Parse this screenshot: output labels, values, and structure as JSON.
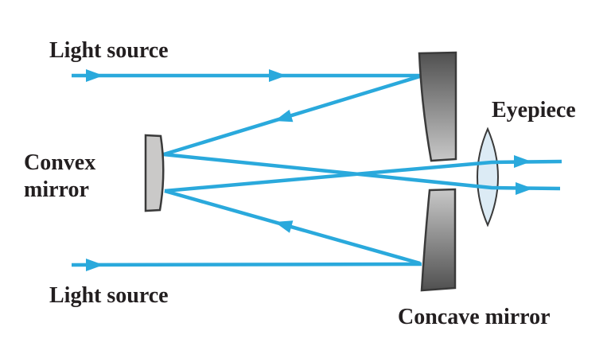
{
  "diagram_type": "reflecting-telescope-ray-diagram",
  "labels": {
    "light_source_top": "Light source",
    "light_source_bottom": "Light source",
    "convex_mirror_line1": "Convex",
    "convex_mirror_line2": "mirror",
    "eyepiece": "Eyepiece",
    "concave_mirror": "Concave mirror"
  },
  "components": [
    {
      "name": "convex-mirror",
      "shape": "small plano-convex mirror, flat left face, curved right face"
    },
    {
      "name": "concave-mirror-upper",
      "shape": "upper half of large concave mirror with central hole"
    },
    {
      "name": "concave-mirror-lower",
      "shape": "lower half of large concave mirror with central hole"
    },
    {
      "name": "eyepiece-lens",
      "shape": "biconvex lens right of the mirror hole"
    },
    {
      "name": "light-rays",
      "shape": "blue rays with arrowheads: two parallel rays enter from left, reflect off concave mirror to convex mirror, pass through hole and eyepiece, exit right"
    }
  ],
  "colors": {
    "ray": "#2aa9dc",
    "mirror_dark": "#505050",
    "mirror_light": "#c8c8c8",
    "convex_fill": "#cac9c8",
    "lens_fill": "#dcebf5",
    "outline": "#3a3a3a",
    "text": "#231f20",
    "background": "#ffffff"
  }
}
